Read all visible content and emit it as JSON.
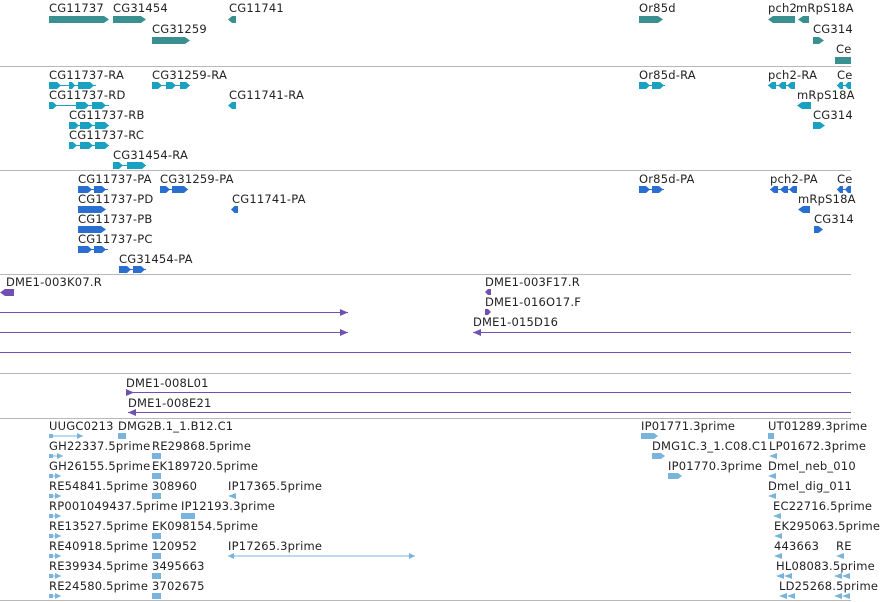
{
  "colors": {
    "genes": "#3a9090",
    "transcripts": "#1aa0c0",
    "proteins": "#2a6ed0",
    "clones": "#7050b0",
    "ests": "#78b4dc",
    "separator": "#b8b8b8"
  },
  "tracks": {
    "genes": {
      "features": [
        {
          "label": "CG11737"
        },
        {
          "label": "CG31454"
        },
        {
          "label": "CG31259"
        },
        {
          "label": "CG11741"
        },
        {
          "label": "Or85d"
        },
        {
          "label": "pch2"
        },
        {
          "label": "mRpS18A"
        },
        {
          "label": "CG314"
        },
        {
          "label": "Ce"
        }
      ]
    },
    "transcripts": {
      "features": [
        {
          "label": "CG11737-RA"
        },
        {
          "label": "CG31259-RA"
        },
        {
          "label": "CG11737-RD"
        },
        {
          "label": "CG11741-RA"
        },
        {
          "label": "CG11737-RB"
        },
        {
          "label": "CG11737-RC"
        },
        {
          "label": "CG31454-RA"
        },
        {
          "label": "Or85d-RA"
        },
        {
          "label": "pch2-RA"
        },
        {
          "label": "Ce"
        },
        {
          "label": "mRpS18A"
        },
        {
          "label": "CG314"
        }
      ]
    },
    "proteins": {
      "features": [
        {
          "label": "CG11737-PA"
        },
        {
          "label": "CG31259-PA"
        },
        {
          "label": "CG11737-PD"
        },
        {
          "label": "CG11741-PA"
        },
        {
          "label": "CG11737-PB"
        },
        {
          "label": "CG11737-PC"
        },
        {
          "label": "CG31454-PA"
        },
        {
          "label": "Or85d-PA"
        },
        {
          "label": "pch2-PA"
        },
        {
          "label": "Ce"
        },
        {
          "label": "mRpS18A"
        },
        {
          "label": "CG314"
        }
      ]
    },
    "clones": {
      "features": [
        {
          "label": "DME1-003K07.R"
        },
        {
          "label": "DME1-003F17.R"
        },
        {
          "label": "DME1-016O17.F"
        },
        {
          "label": "DME1-015D16"
        }
      ]
    },
    "clones2": {
      "features": [
        {
          "label": "DME1-008L01"
        },
        {
          "label": "DME1-008E21"
        }
      ]
    },
    "ests": {
      "features": [
        {
          "label": "UUGC0213"
        },
        {
          "label": "DMG2B.1_1.B12.C1"
        },
        {
          "label": "GH22337.5prime"
        },
        {
          "label": "RE29868.5prime"
        },
        {
          "label": "GH26155.5prime"
        },
        {
          "label": "EK189720.5prime"
        },
        {
          "label": "RE54841.5prime"
        },
        {
          "label": "308960"
        },
        {
          "label": "IP17365.5prime"
        },
        {
          "label": "RP001049437.5prime"
        },
        {
          "label": "IP12193.3prime"
        },
        {
          "label": "RE13527.5prime"
        },
        {
          "label": "EK098154.5prime"
        },
        {
          "label": "RE40918.5prime"
        },
        {
          "label": "120952"
        },
        {
          "label": "IP17265.3prime"
        },
        {
          "label": "RE39934.5prime"
        },
        {
          "label": "3495663"
        },
        {
          "label": "RE24580.5prime"
        },
        {
          "label": "3702675"
        },
        {
          "label": "IP01771.3prime"
        },
        {
          "label": "DMG1C.3_1.C08.C1"
        },
        {
          "label": "IP01770.3prime"
        },
        {
          "label": "UT01289.3prime"
        },
        {
          "label": "LP01672.3prime"
        },
        {
          "label": "Dmel_neb_010"
        },
        {
          "label": "Dmel_dig_011"
        },
        {
          "label": "EC22716.5prime"
        },
        {
          "label": "EK295063.5prime"
        },
        {
          "label": "443663"
        },
        {
          "label": "RE"
        },
        {
          "label": "HL08083.5prime"
        },
        {
          "label": "LD25268.5prime"
        }
      ]
    }
  }
}
